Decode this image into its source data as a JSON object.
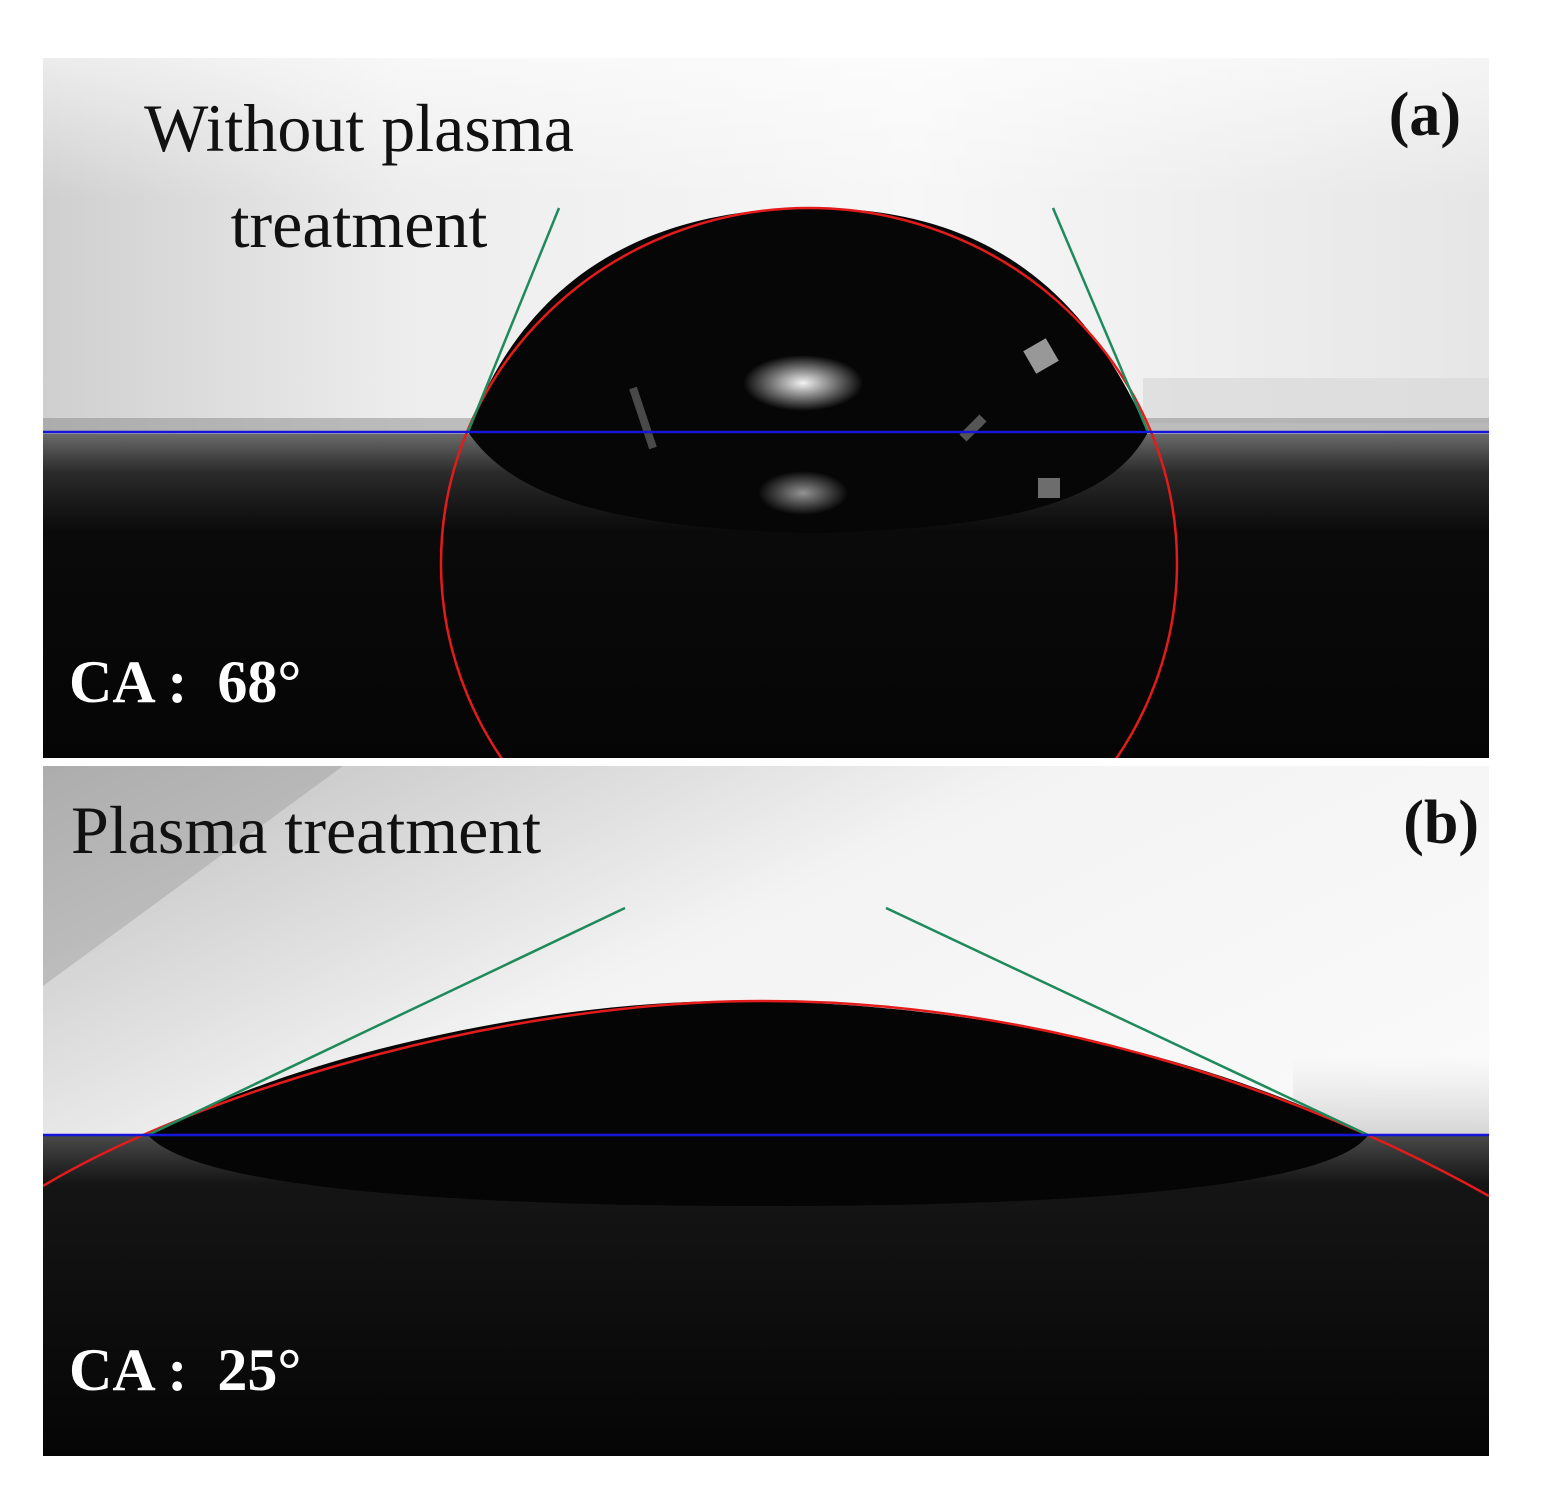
{
  "panels": [
    {
      "label": "(a)",
      "caption": "Without plasma treatment",
      "contact_angle": "CA :  68°"
    },
    {
      "label": "(b)",
      "caption": "Plasma treatment",
      "contact_angle": "CA :  25°"
    }
  ],
  "colors": {
    "fit_curve": "#e31b1b",
    "tangent_line": "#1f8a5b",
    "baseline": "#1616d8",
    "drop": "#050505",
    "background_light": "#f2f2f2",
    "substrate_dark": "#080808",
    "text_dark": "#111111",
    "text_light": "#ffffff"
  }
}
